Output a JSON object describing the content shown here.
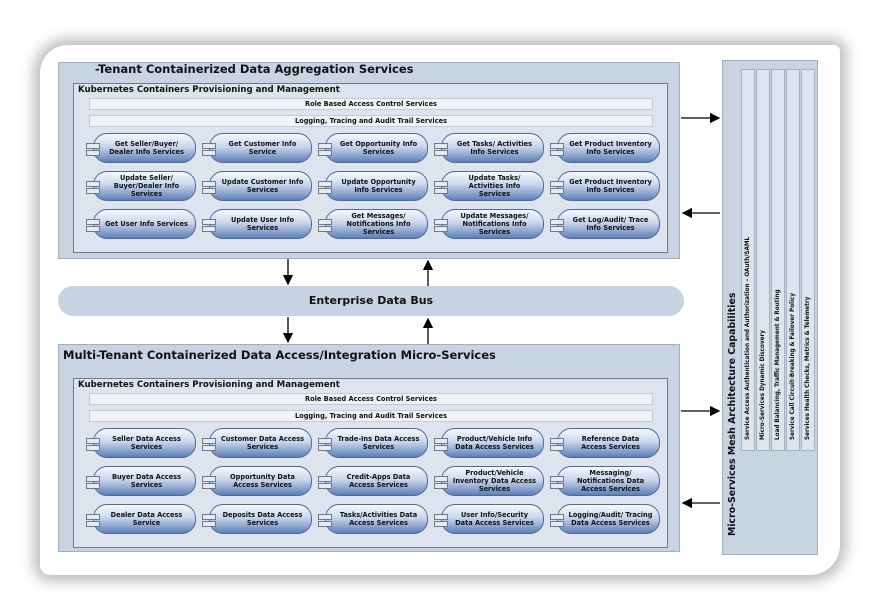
{
  "top_section": {
    "title": "-Tenant Containerized Data Aggregation Services",
    "k8s_title": "Kubernetes Containers Provisioning and Management",
    "rbac": "Role Based Access Control Services",
    "logging": "Logging, Tracing and Audit Trail Services",
    "components": [
      "Get Seller/Buyer/ Dealer Info Services",
      "Get Customer Info Service",
      "Get Opportunity Info Services",
      "Get Tasks/ Activities Info Services",
      "Get Product Inventory Info Services",
      "Update Seller/ Buyer/Dealer Info Services",
      "Update Customer Info Services",
      "Update Opportunity Info Services",
      "Update Tasks/ Activities Info Services",
      "Get Product Inventory Info Services",
      "Get User Info Services",
      "Update User Info Services",
      "Get Messages/ Notifications Info Services",
      "Update Messages/ Notifications Info Services",
      "Get Log/Audit/ Trace Info Services"
    ]
  },
  "bus": {
    "label": "Enterprise Data Bus"
  },
  "bottom_section": {
    "title": "Multi-Tenant Containerized Data Access/Integration Micro-Services",
    "k8s_title": "Kubernetes Containers Provisioning and Management",
    "rbac": "Role Based Access Control Services",
    "logging": "Logging, Tracing and Audit Trail Services",
    "components": [
      "Seller Data Access Services",
      "Customer Data Access Services",
      "Trade-Ins Data Access Services",
      "Product/Vehicle Info Data Access Services",
      "Reference Data Access Services",
      "Buyer Data Access Services",
      "Opportunity Data Access Services",
      "Credit-Apps Data Access Services",
      "Product/Vehicle Inventory Data Access Services",
      "Messaging/ Notifications Data Access Services",
      "Dealer Data Access Service",
      "Deposits Data Access Services",
      "Tasks/Activities Data Access Services",
      "User Info/Security Data Access Services",
      "Logging/Audit/ Tracing Data Access Services"
    ]
  },
  "mesh": {
    "title": "Micro-Services Mesh Architecture Capabilities",
    "capabilities": [
      "Service Access Authentication and Authorization – OAuth/SAML",
      "Micro-Services Dynamic Discovery",
      "Load Balancing, Traffic Management & Routing",
      "Service Call Circuit-Breaking & Failover Policy",
      "Services Health Checks, Metrics & Telemetry"
    ]
  }
}
